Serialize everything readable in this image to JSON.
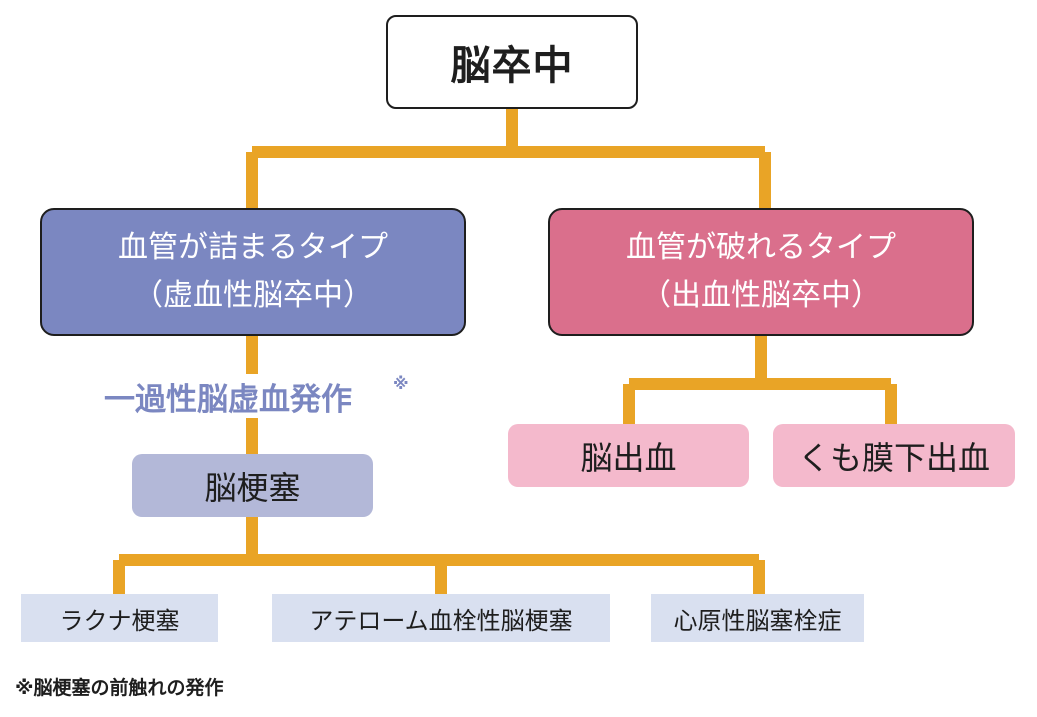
{
  "diagram": {
    "root": {
      "label": "脳卒中"
    },
    "ischemic": {
      "line1": "血管が詰まるタイプ",
      "line2": "（虚血性脳卒中）",
      "color": "#7b87c1"
    },
    "hemorrhagic": {
      "line1": "血管が破れるタイプ",
      "line2": "（出血性脳卒中）",
      "color": "#da6f8c"
    },
    "tia": {
      "label": "一過性脳虚血発作",
      "mark": "※"
    },
    "infarct": {
      "label": "脳梗塞"
    },
    "hemorrhage_types": [
      "脳出血",
      "くも膜下出血"
    ],
    "infarct_types": [
      "ラクナ梗塞",
      "アテローム血栓性脳梗塞",
      "心原性脳塞栓症"
    ],
    "footnote": "※脳梗塞の前触れの発作",
    "connector_color": "#e9a426"
  }
}
